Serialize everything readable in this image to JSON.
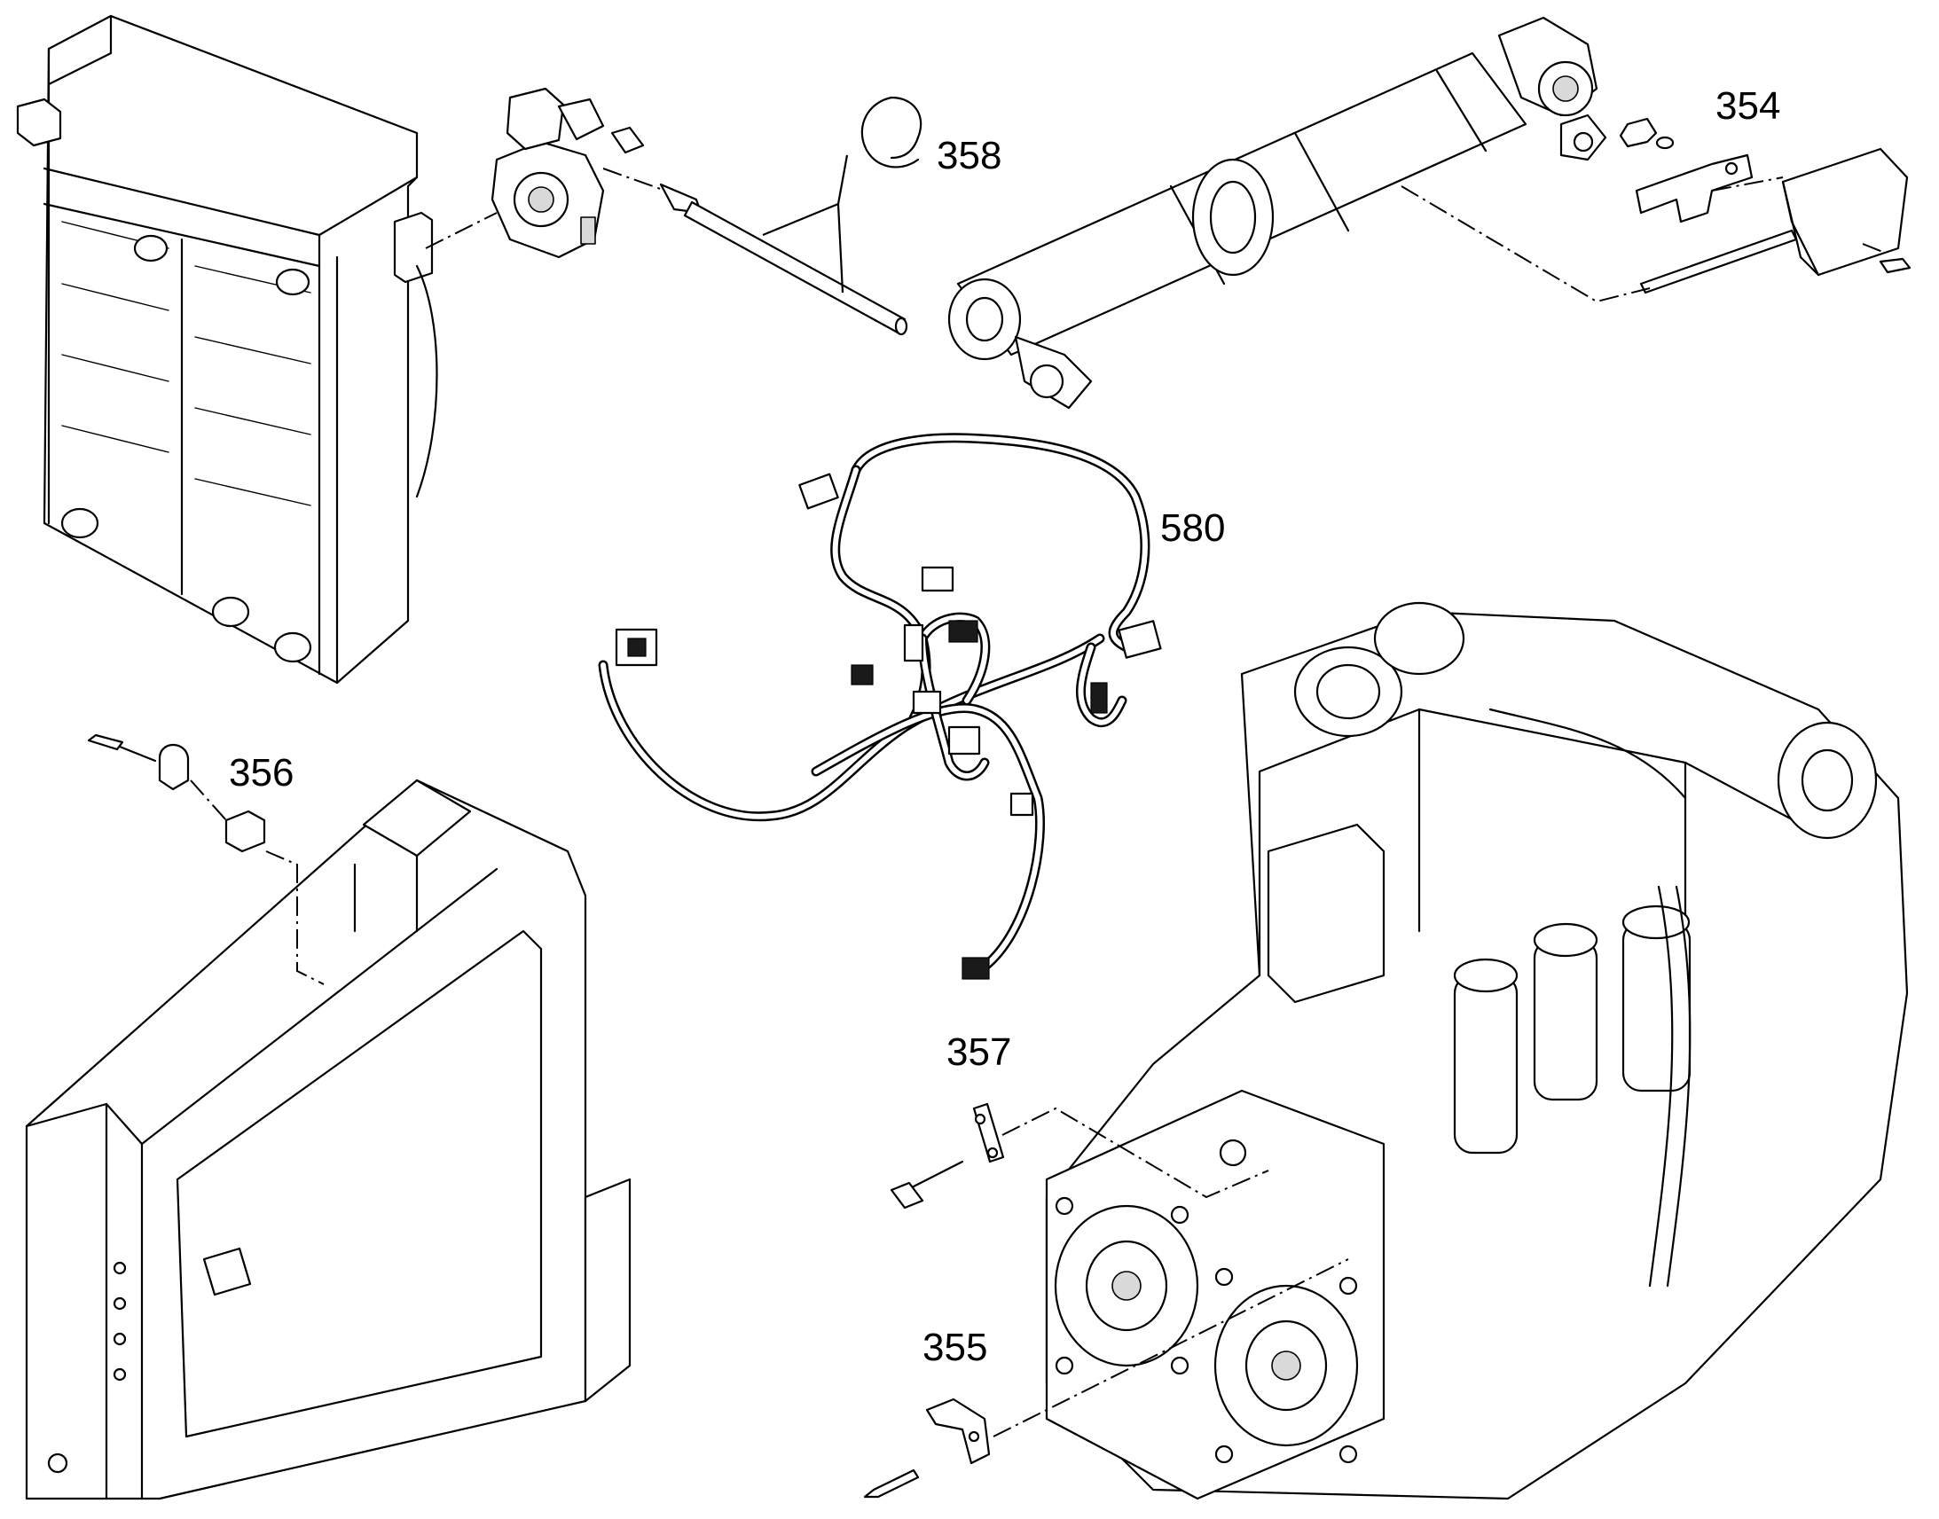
{
  "callouts": {
    "c354": "354",
    "c355": "355",
    "c356": "356",
    "c357": "357",
    "c358": "358",
    "c580": "580"
  }
}
